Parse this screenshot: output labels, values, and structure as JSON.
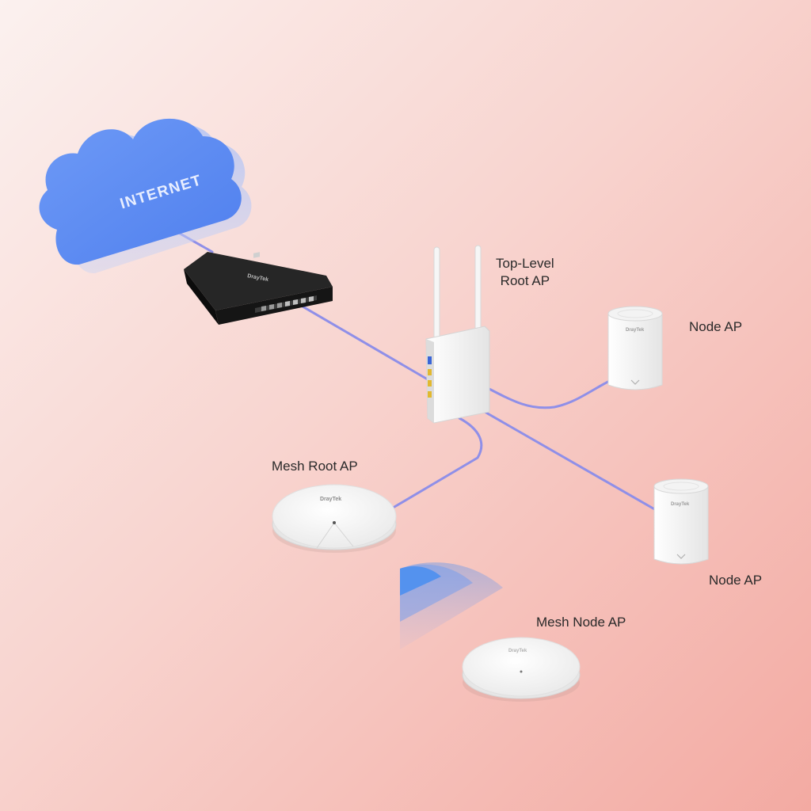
{
  "diagram": {
    "cloud_text": "INTERNET",
    "router_brand": "DrayTek",
    "device_brand": "DrayTek",
    "labels": {
      "top_root_line1": "Top-Level",
      "top_root_line2": "Root AP",
      "node_ap_1": "Node AP",
      "node_ap_2": "Node AP",
      "mesh_root": "Mesh Root AP",
      "mesh_node": "Mesh Node AP"
    }
  },
  "colors": {
    "background_light": "#fbf1ef",
    "background_dark": "#f3aaa2",
    "cloud": "#5f8bf2",
    "link": "#8f8fe8",
    "router": "#1b1b1b",
    "device_white": "#ffffff",
    "signal": "#4d8ff0"
  }
}
